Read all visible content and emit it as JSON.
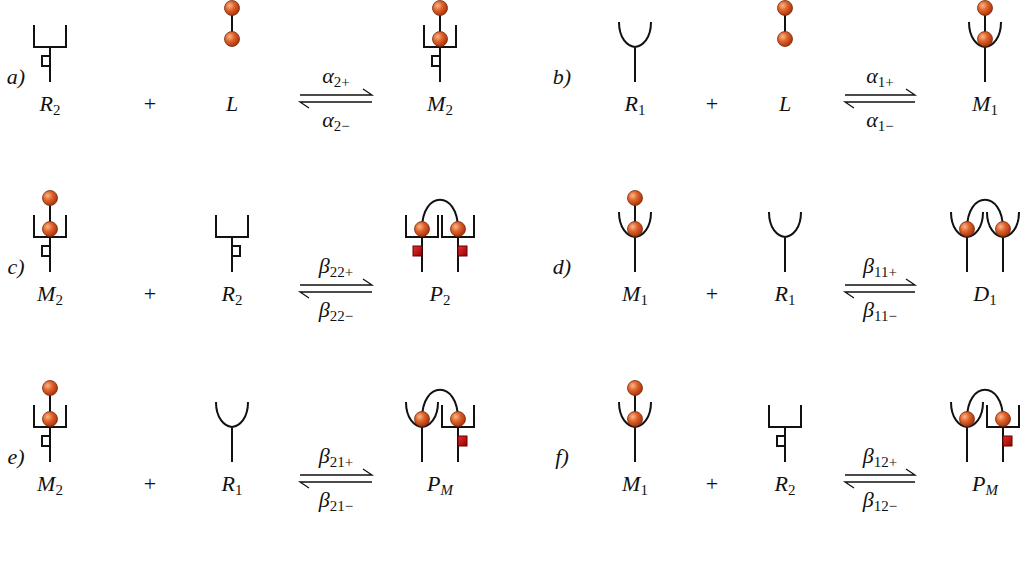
{
  "diagram": {
    "labels": [
      "a)",
      "R2",
      "+",
      "L",
      "α2+",
      "α2−",
      "M2",
      "b)",
      "R1",
      "+",
      "L",
      "α1+",
      "α1−",
      "M1",
      "c)",
      "M2",
      "+",
      "R2",
      "β22+",
      "β22−",
      "P2",
      "d)",
      "M1",
      "+",
      "R1",
      "β11+",
      "β11−",
      "D1",
      "e)",
      "M2",
      "+",
      "R1",
      "β21+",
      "β21−",
      "PM",
      "f)",
      "M1",
      "+",
      "R2",
      "β12+",
      "β12−",
      "PM"
    ]
  }
}
